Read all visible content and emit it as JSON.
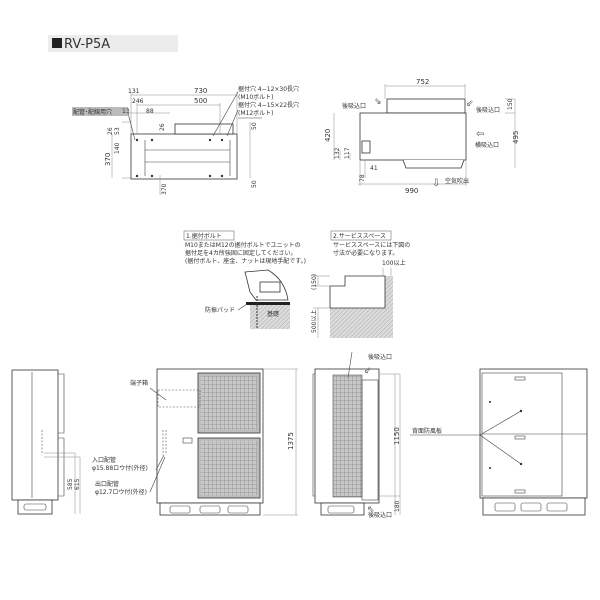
{
  "title": "RV-P5A",
  "plan_view": {
    "hole_label": "配管･配線用穴",
    "mount1_line1": "据付穴 4−12×30長穴",
    "mount1_line2": "(M10ボルト)",
    "mount2_line1": "据付穴 4−15×22長穴",
    "mount2_line2": "(M12ボルト)",
    "dims": {
      "d131": "131",
      "d730": "730",
      "d246": "246",
      "d500": "500",
      "d13": "13",
      "d88": "88",
      "d26a": "26",
      "d53": "53",
      "d140": "140",
      "d370a": "370",
      "d26b": "26",
      "d50a": "50",
      "d50b": "50",
      "d370b": "370"
    }
  },
  "side_view": {
    "rear_inlet": "後吸込口",
    "side_inlet": "横吸込口",
    "air_outlet": "空気吹出",
    "dims": {
      "d752": "752",
      "d150": "150",
      "d420": "420",
      "d495": "495",
      "d132": "132",
      "d117": "117",
      "d41": "41",
      "d78": "78",
      "d990": "990"
    }
  },
  "note1": {
    "heading": "1.据付ボルト",
    "lines": [
      "M10またはM12の据付ボルトでユニットの",
      "据付足を4カ所強固に固定してください。",
      "(据付ボルト、座金、ナットは現地手配です。)"
    ],
    "pad_label": "防振パッド",
    "base_label": "基礎"
  },
  "note2": {
    "heading": "2.サービススペース",
    "lines": [
      "サービススペースには下図の",
      "寸法が必要になります。"
    ],
    "d100": "100以上",
    "d150": "(150)",
    "d500": "500以上"
  },
  "elevations": {
    "terminal_box": "端子箱",
    "inlet_pipe": "入口配管",
    "inlet_spec": "φ15.88ロウ付(外径)",
    "outlet_pipe": "出口配管",
    "outlet_spec": "φ12.7ロウ付(外径)",
    "d585": "585",
    "d615": "615",
    "d1375": "1375",
    "rear_inlet_top": "後吸込口",
    "rear_inlet_bottom": "後吸込口",
    "d1150": "1150",
    "d180": "180",
    "windbreak": "背面防風板"
  }
}
